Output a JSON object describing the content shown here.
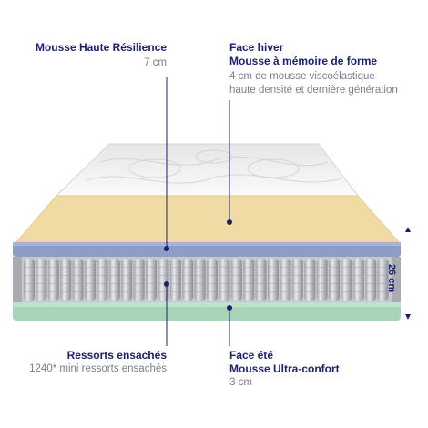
{
  "labels": {
    "top_left": {
      "title": "Mousse Haute Résilience",
      "desc": "7 cm"
    },
    "top_right": {
      "title1": "Face hiver",
      "title2": "Mousse à mémoire de forme",
      "desc1": "4 cm de mousse viscoélastique",
      "desc2": "haute densité et dernière génération"
    },
    "bottom_left": {
      "title": "Ressorts ensachés",
      "desc": "1240* mini ressorts ensachés"
    },
    "bottom_right": {
      "title1": "Face été",
      "title2": "Mousse Ultra-confort",
      "desc": "3 cm"
    }
  },
  "dimension": {
    "height": "26 cm"
  },
  "colors": {
    "navy": "#1c1f6e",
    "memory_foam": "#f0dca2",
    "hr_foam": "#8e9dc4",
    "springs": "#c4c6cc",
    "summer_foam": "#a8d5b8",
    "quilted_top": "#f2f2f2"
  }
}
